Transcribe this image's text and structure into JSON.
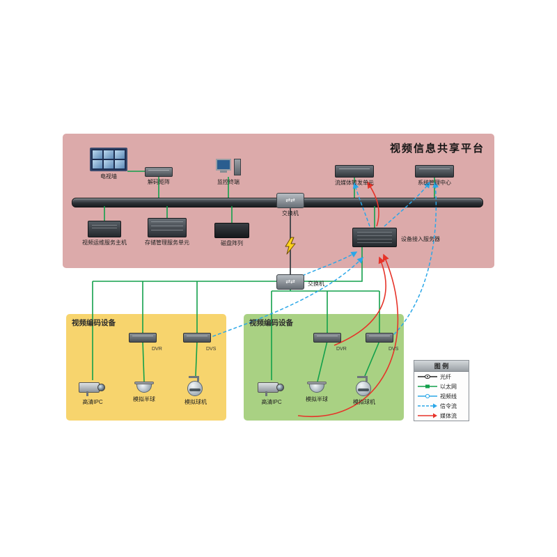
{
  "title": "视频信息共享平台",
  "platform": {
    "tv_wall": "电视墙",
    "decoder": "解码矩阵",
    "monitor_terminal": "监控终端",
    "switch_top": "交换机",
    "stream_unit": "流媒体转发单元",
    "mgmt_center": "系统管理中心",
    "ops_host": "视频运维服务主机",
    "storage_unit": "存储管理服务单元",
    "disk_array": "磁盘阵列",
    "access_server": "设备接入服务器"
  },
  "middle": {
    "switch_mid": "交换机"
  },
  "encoder_left": {
    "title": "视频编码设备",
    "dvr": "DVR",
    "dvs": "DVS",
    "ipc": "高清IPC",
    "dome": "模拟半球",
    "ptz": "模拟球机"
  },
  "encoder_right": {
    "title": "视频编码设备",
    "dvr": "DVR",
    "dvs": "DVS",
    "ipc": "高清IPC",
    "dome": "模拟半球",
    "ptz": "模拟球机"
  },
  "legend": {
    "title": "图 例",
    "items": [
      {
        "label": "光纤"
      },
      {
        "label": "以太网"
      },
      {
        "label": "视频线"
      },
      {
        "label": "信令流"
      },
      {
        "label": "媒体流"
      }
    ]
  },
  "icons": {
    "switch_glyph": "⇄⇄"
  },
  "colors": {
    "ethernet": "#12a04b",
    "signal": "#2aa7e8",
    "media": "#e63329",
    "fiber": "#222222",
    "platform_bg": "#dcaaaa",
    "encoder_left_bg": "#f7d46d",
    "encoder_right_bg": "#a9d183"
  }
}
